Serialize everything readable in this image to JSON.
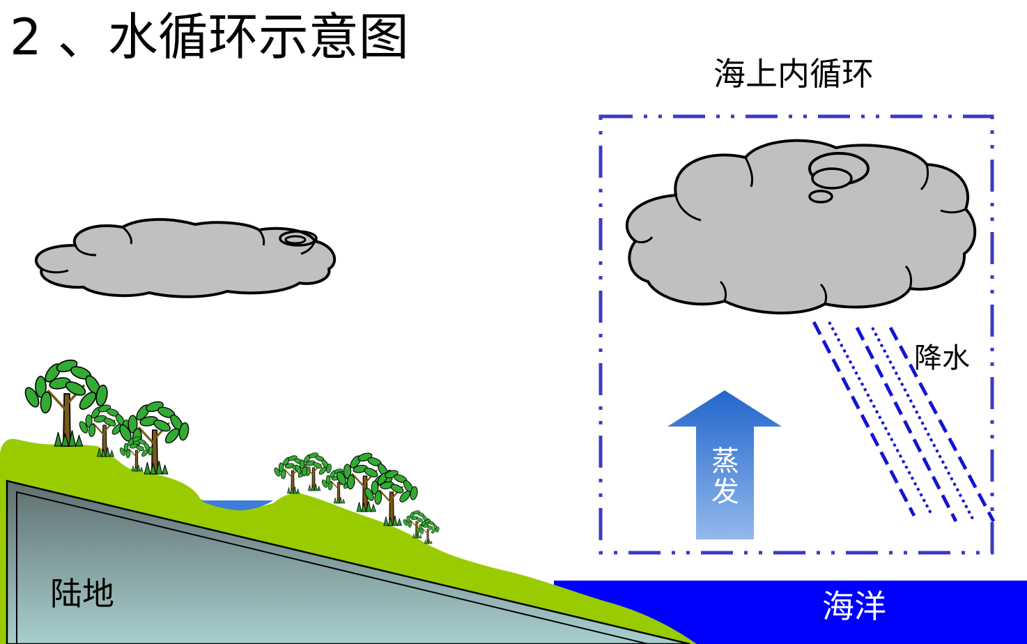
{
  "title": "2 、水循环示意图",
  "box": {
    "title": "海上内循环"
  },
  "labels": {
    "precipitation": "降水",
    "evaporation": "蒸发",
    "land": "陆地",
    "ocean": "海洋"
  },
  "colors": {
    "cloud_fill": "#c0c0c0",
    "outline": "#000000",
    "box_border": "#3a3ac8",
    "rain": "#1414d2",
    "arrow_top": "#2266cc",
    "arrow_bottom": "#93b9ec",
    "grass": "#99cc00",
    "rock_top": "#5f6f6f",
    "rock_bottom": "#a8cece",
    "ocean": "#0000ff",
    "lake": "#3b7dd8",
    "leaf": "#33aa33",
    "trunk": "#7a5a1a"
  }
}
